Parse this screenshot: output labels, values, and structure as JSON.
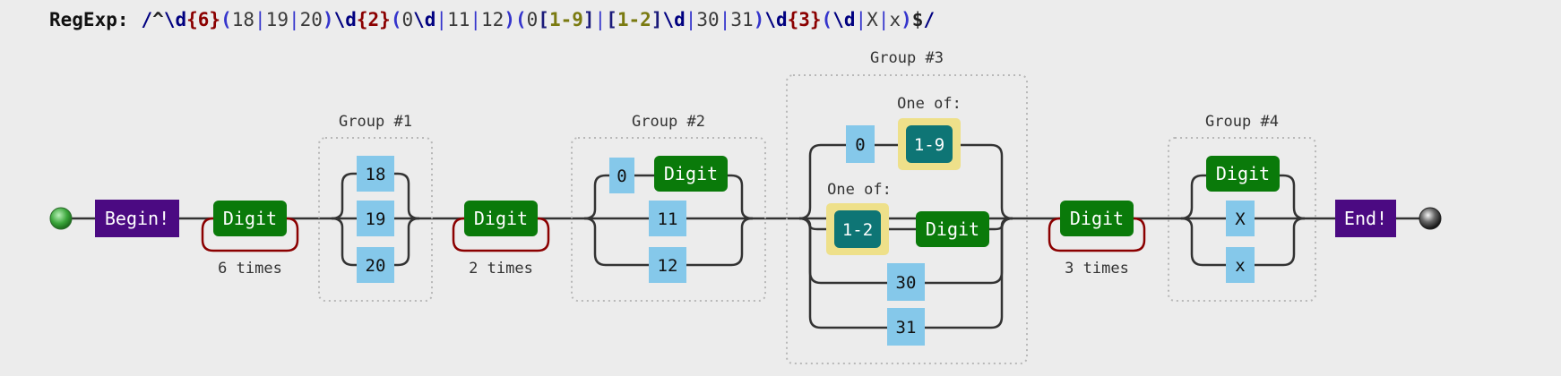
{
  "regexp": {
    "label": "RegExp:",
    "tokens": [
      {
        "t": "/",
        "k": "slash"
      },
      {
        "t": "^",
        "k": "anchor"
      },
      {
        "t": "\\d",
        "k": "escape"
      },
      {
        "t": "{6}",
        "k": "quant"
      },
      {
        "t": "(",
        "k": "paren"
      },
      {
        "t": "18",
        "k": "lit"
      },
      {
        "t": "|",
        "k": "alt"
      },
      {
        "t": "19",
        "k": "lit"
      },
      {
        "t": "|",
        "k": "alt"
      },
      {
        "t": "20",
        "k": "lit"
      },
      {
        "t": ")",
        "k": "paren"
      },
      {
        "t": "\\d",
        "k": "escape"
      },
      {
        "t": "{2}",
        "k": "quant"
      },
      {
        "t": "(",
        "k": "paren"
      },
      {
        "t": "0",
        "k": "lit"
      },
      {
        "t": "\\d",
        "k": "escape"
      },
      {
        "t": "|",
        "k": "alt"
      },
      {
        "t": "11",
        "k": "lit"
      },
      {
        "t": "|",
        "k": "alt"
      },
      {
        "t": "12",
        "k": "lit"
      },
      {
        "t": ")",
        "k": "paren"
      },
      {
        "t": "(",
        "k": "paren"
      },
      {
        "t": "0",
        "k": "lit"
      },
      {
        "t": "[",
        "k": "bracket"
      },
      {
        "t": "1-9",
        "k": "range"
      },
      {
        "t": "]",
        "k": "bracket"
      },
      {
        "t": "|",
        "k": "alt"
      },
      {
        "t": "[",
        "k": "bracket"
      },
      {
        "t": "1-2",
        "k": "range"
      },
      {
        "t": "]",
        "k": "bracket"
      },
      {
        "t": "\\d",
        "k": "escape"
      },
      {
        "t": "|",
        "k": "alt"
      },
      {
        "t": "30",
        "k": "lit"
      },
      {
        "t": "|",
        "k": "alt"
      },
      {
        "t": "31",
        "k": "lit"
      },
      {
        "t": ")",
        "k": "paren"
      },
      {
        "t": "\\d",
        "k": "escape"
      },
      {
        "t": "{3}",
        "k": "quant"
      },
      {
        "t": "(",
        "k": "paren"
      },
      {
        "t": "\\d",
        "k": "escape"
      },
      {
        "t": "|",
        "k": "alt"
      },
      {
        "t": "X",
        "k": "lit"
      },
      {
        "t": "|",
        "k": "alt"
      },
      {
        "t": "x",
        "k": "lit"
      },
      {
        "t": ")",
        "k": "paren"
      },
      {
        "t": "$",
        "k": "anchor"
      },
      {
        "t": "/",
        "k": "slash"
      }
    ]
  },
  "diagram": {
    "begin": "Begin!",
    "end": "End!",
    "digit": "Digit",
    "repeat_6": "6 times",
    "repeat_2": "2 times",
    "repeat_3": "3 times",
    "group1": {
      "label": "Group #1",
      "items": [
        "18",
        "19",
        "20"
      ]
    },
    "group2": {
      "label": "Group #2",
      "zero": "0",
      "items": [
        "11",
        "12"
      ]
    },
    "group3": {
      "label": "Group #3",
      "zero": "0",
      "one_of": "One of:",
      "range_a": "1-9",
      "range_b": "1-2",
      "items": [
        "30",
        "31"
      ]
    },
    "group4": {
      "label": "Group #4",
      "items": [
        "X",
        "x"
      ]
    }
  },
  "colors": {
    "background": "#ececec",
    "line": "#333333",
    "digit_fill": "#0a7a0a",
    "anchor_fill": "#4b0a82",
    "literal_fill": "#85c8ea",
    "range_outer": "#eee08a",
    "range_inner": "#0e7575",
    "loop": "#8b0000",
    "group_border": "#b8b8b8"
  }
}
